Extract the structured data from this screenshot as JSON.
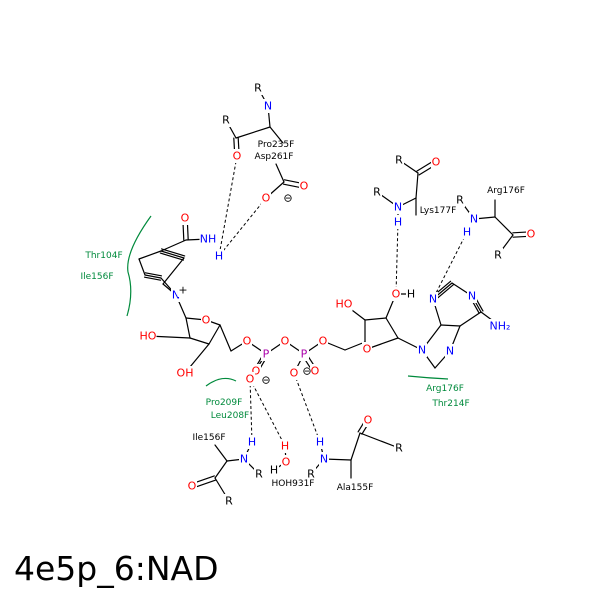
{
  "caption": "4e5p_6:NAD",
  "colors": {
    "carbon_bond": "#000000",
    "oxygen": "#ff0000",
    "nitrogen": "#0000ff",
    "phosphorus": "#aa00aa",
    "residue_label": "#000000",
    "hydrophobic_label": "#008a3c",
    "hydrophobic_arc": "#008a3c"
  },
  "atoms": [
    {
      "id": "P_a",
      "el": "P",
      "label": "P"
    },
    {
      "id": "P_b",
      "el": "P",
      "label": "P"
    },
    {
      "id": "O_bridge",
      "el": "O",
      "label": "O"
    },
    {
      "id": "O_a5",
      "el": "O",
      "label": "O"
    },
    {
      "id": "O_aeq",
      "el": "O",
      "label": "O"
    },
    {
      "id": "O_aneg",
      "el": "O",
      "label": "O"
    },
    {
      "id": "O_aneg_charge",
      "el": "charge",
      "label": "⊖"
    },
    {
      "id": "O_b5",
      "el": "O",
      "label": "O"
    },
    {
      "id": "O_beq",
      "el": "O",
      "label": "O"
    },
    {
      "id": "O_bneg",
      "el": "O",
      "label": "O"
    },
    {
      "id": "O_bneg_charge",
      "el": "charge",
      "label": "⊖"
    },
    {
      "id": "O_nr",
      "el": "O",
      "label": "O"
    },
    {
      "id": "O_ar",
      "el": "O",
      "label": "O"
    },
    {
      "id": "OH_n2",
      "el": "O",
      "label": "HO"
    },
    {
      "id": "OH_n3",
      "el": "O",
      "label": "OH"
    },
    {
      "id": "OH_a3",
      "el": "O",
      "label": "HO"
    },
    {
      "id": "O_a2",
      "el": "O",
      "label": "O"
    },
    {
      "id": "H_a2",
      "el": "C",
      "label": "H"
    },
    {
      "id": "N_py",
      "el": "N",
      "label": "N"
    },
    {
      "id": "N_py_charge",
      "el": "C",
      "label": "+"
    },
    {
      "id": "O_amide",
      "el": "O",
      "label": "O"
    },
    {
      "id": "N_amide",
      "el": "N",
      "label": "NH"
    },
    {
      "id": "H_amide2",
      "el": "N",
      "label": "H"
    },
    {
      "id": "N_ad9",
      "el": "N",
      "label": "N"
    },
    {
      "id": "N_ad3",
      "el": "N",
      "label": "N"
    },
    {
      "id": "N_ad1",
      "el": "N",
      "label": "N"
    },
    {
      "id": "N_ad7",
      "el": "N",
      "label": "N"
    },
    {
      "id": "NH2_ad",
      "el": "N",
      "label": "NH₂"
    },
    {
      "id": "O_pro235",
      "el": "O",
      "label": "O"
    },
    {
      "id": "N_pro235",
      "el": "N",
      "label": "N"
    },
    {
      "id": "R_pro235a",
      "el": "C",
      "label": "R"
    },
    {
      "id": "R_pro235b",
      "el": "C",
      "label": "R"
    },
    {
      "id": "O_asp1",
      "el": "O",
      "label": "O"
    },
    {
      "id": "O_asp1_charge",
      "el": "charge",
      "label": "⊖"
    },
    {
      "id": "O_asp2",
      "el": "O",
      "label": "O"
    },
    {
      "id": "O_lys",
      "el": "O",
      "label": "O"
    },
    {
      "id": "N_lys",
      "el": "N",
      "label": "N"
    },
    {
      "id": "H_lys",
      "el": "N",
      "label": "H"
    },
    {
      "id": "R_lys1",
      "el": "C",
      "label": "R"
    },
    {
      "id": "R_lys2",
      "el": "C",
      "label": "R"
    },
    {
      "id": "N_arg",
      "el": "N",
      "label": "N"
    },
    {
      "id": "H_arg",
      "el": "N",
      "label": "H"
    },
    {
      "id": "R_arg1",
      "el": "C",
      "label": "R"
    },
    {
      "id": "R_arg2",
      "el": "C",
      "label": "R"
    },
    {
      "id": "O_arg",
      "el": "O",
      "label": "O"
    },
    {
      "id": "N_ile",
      "el": "N",
      "label": "N"
    },
    {
      "id": "H_ile",
      "el": "N",
      "label": "H"
    },
    {
      "id": "R_ile1",
      "el": "C",
      "label": "R"
    },
    {
      "id": "R_ile2",
      "el": "C",
      "label": "R"
    },
    {
      "id": "O_ile",
      "el": "O",
      "label": "O"
    },
    {
      "id": "O_hoh",
      "el": "O",
      "label": "O"
    },
    {
      "id": "H_hoh1",
      "el": "C",
      "label": "H"
    },
    {
      "id": "H_hoh2",
      "el": "O",
      "label": "H"
    },
    {
      "id": "N_ala",
      "el": "N",
      "label": "N"
    },
    {
      "id": "H_ala",
      "el": "N",
      "label": "H"
    },
    {
      "id": "R_ala1",
      "el": "C",
      "label": "R"
    },
    {
      "id": "R_ala2",
      "el": "C",
      "label": "R"
    },
    {
      "id": "O_ala",
      "el": "O",
      "label": "O"
    }
  ],
  "residues": [
    {
      "id": "Pro235F",
      "label": "Pro235F",
      "kind": "hbond"
    },
    {
      "id": "Asp261F",
      "label": "Asp261F",
      "kind": "hbond"
    },
    {
      "id": "Lys177F",
      "label": "Lys177F",
      "kind": "hbond"
    },
    {
      "id": "Arg176F_top",
      "label": "Arg176F",
      "kind": "hbond"
    },
    {
      "id": "Thr104F",
      "label": "Thr104F",
      "kind": "hydrophobic"
    },
    {
      "id": "Ile156F_left",
      "label": "Ile156F",
      "kind": "hydrophobic"
    },
    {
      "id": "Pro209F",
      "label": "Pro209F",
      "kind": "hydrophobic"
    },
    {
      "id": "Leu208F",
      "label": "Leu208F",
      "kind": "hydrophobic"
    },
    {
      "id": "Arg176F_right",
      "label": "Arg176F",
      "kind": "hydrophobic"
    },
    {
      "id": "Thr214F",
      "label": "Thr214F",
      "kind": "hydrophobic"
    },
    {
      "id": "Ile156F",
      "label": "Ile156F",
      "kind": "hbond"
    },
    {
      "id": "HOH931F",
      "label": "HOH931F",
      "kind": "hbond"
    },
    {
      "id": "Ala155F",
      "label": "Ala155F",
      "kind": "hbond"
    }
  ]
}
